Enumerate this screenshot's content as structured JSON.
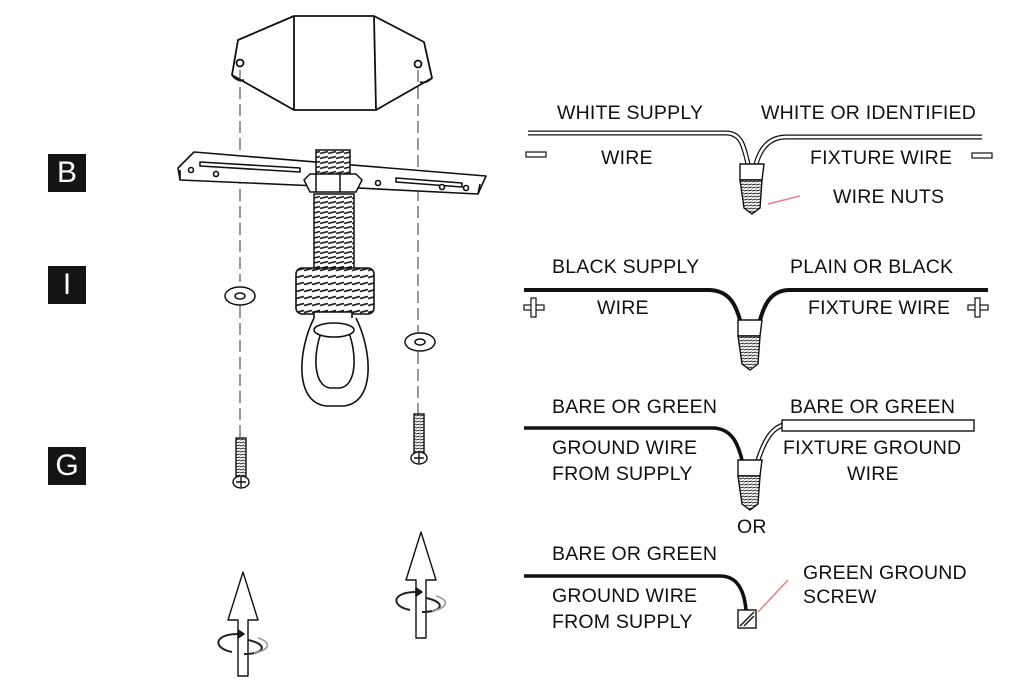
{
  "step_badges": [
    "B",
    "I",
    "G"
  ],
  "white_wires": {
    "supply_line1": "WHITE SUPPLY",
    "supply_line2": "WIRE",
    "fixture_line1": "WHITE OR IDENTIFIED",
    "fixture_line2": "FIXTURE WIRE",
    "connector": "WIRE NUTS"
  },
  "black_wires": {
    "supply_line1": "BLACK SUPPLY",
    "supply_line2": "WIRE",
    "fixture_line1": "PLAIN OR BLACK",
    "fixture_line2": "FIXTURE WIRE"
  },
  "ground_option_a": {
    "supply_line1": "BARE OR GREEN",
    "supply_line2": "GROUND WIRE",
    "supply_line3": "FROM SUPPLY",
    "fixture_line1": "BARE OR GREEN",
    "fixture_line2": "FIXTURE GROUND",
    "fixture_line3": "WIRE"
  },
  "separator": "OR",
  "ground_option_b": {
    "supply_line1": "BARE OR GREEN",
    "supply_line2": "GROUND WIRE",
    "supply_line3": "FROM SUPPLY",
    "screw_line1": "GREEN GROUND",
    "screw_line2": "SCREW"
  },
  "polarity_marks": {
    "negative": "negative-symbol",
    "positive": "positive-symbol"
  },
  "colors": {
    "ink": "#111111",
    "leader_line": "#e0868a",
    "badge_background": "#141414"
  }
}
